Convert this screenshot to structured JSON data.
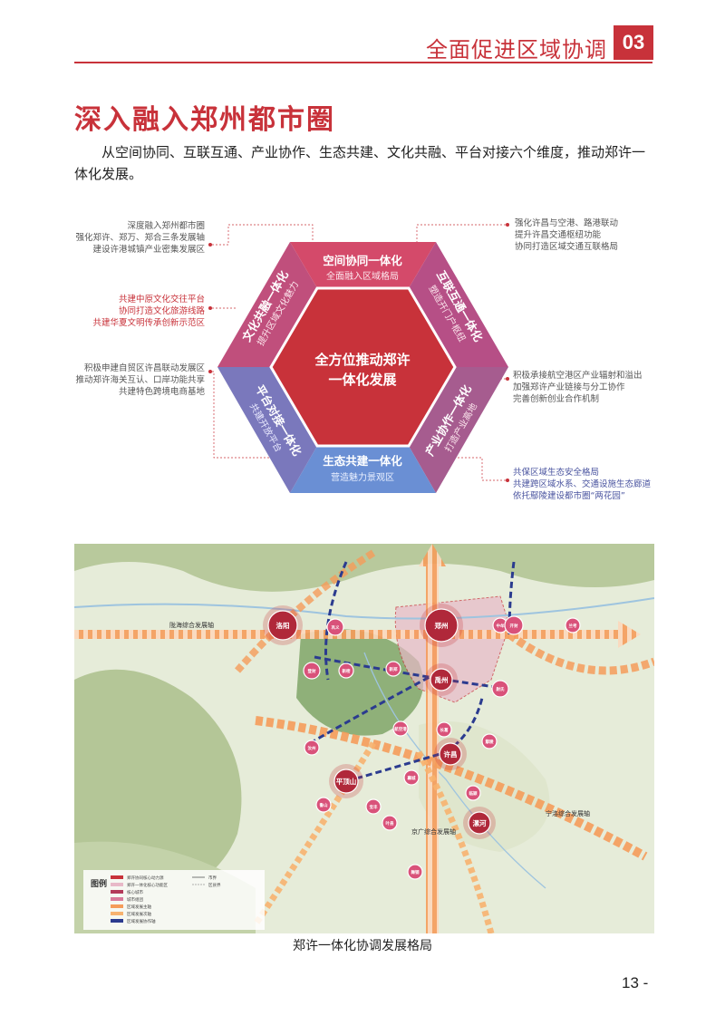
{
  "header": {
    "section_title": "全面促进区域协调",
    "section_number": "03"
  },
  "title": "深入融入郑州都市圈",
  "intro": "从空间协同、互联互通、产业协作、生态共建、文化共融、平台对接六个维度，推动郑许一体化发展。",
  "hexagon": {
    "center": [
      "全方位推动郑许",
      "一体化发展"
    ],
    "segments": [
      {
        "title": "空间协同一体化",
        "subtitle": "全面融入区域格局",
        "color": "#d44a6a"
      },
      {
        "title": "互联互通一体化",
        "subtitle": "塑造开门户枢纽",
        "color": "#b64f86"
      },
      {
        "title": "产业协作一体化",
        "subtitle": "打造产业高地",
        "color": "#a65c8f"
      },
      {
        "title": "生态共建一体化",
        "subtitle": "营造魅力景观区",
        "color": "#6a8fd4"
      },
      {
        "title": "平台对接一体化",
        "subtitle": "共建开放平台",
        "color": "#7a78bc"
      },
      {
        "title": "文化共融一体化",
        "subtitle": "提升区域文化魅力",
        "color": "#c04f7c"
      }
    ],
    "annotations": {
      "top_left": [
        "深度融入郑州都市圈",
        "强化郑许、郑万、郑合三条发展轴",
        "建设许港城镇产业密集发展区"
      ],
      "mid_left": [
        "共建中原文化交往平台",
        "协同打造文化旅游线路",
        "共建华夏文明传承创新示范区"
      ],
      "low_left": [
        "积极申建自贸区许昌联动发展区",
        "推动郑许海关互认、口岸功能共享",
        "共建特色跨境电商基地"
      ],
      "top_right": [
        "强化许昌与空港、路港联动",
        "提升许昌交通枢纽功能",
        "协同打造区域交通互联格局"
      ],
      "mid_right": [
        "积极承接航空港区产业辐射和溢出",
        "加强郑许产业链接与分工协作",
        "完善创新创业合作机制"
      ],
      "low_right": [
        "共保区域生态安全格局",
        "共建跨区域水系、交通设施生态廊道",
        "依托鄢陵建设都市圈“两花园”"
      ]
    }
  },
  "map": {
    "cities": [
      "洛阳",
      "巩义",
      "郑州",
      "中牟",
      "开封",
      "兰考",
      "登封",
      "新密",
      "新郑",
      "禹州",
      "航空港实验区",
      "尉氏",
      "长葛",
      "许昌",
      "鄢陵",
      "平顶山",
      "汝州",
      "襄城",
      "漯河",
      "鲁山",
      "叶县",
      "临颍",
      "舞钢",
      "宝丰"
    ],
    "axis_labels": [
      "陇海综合发展轴",
      "京广综合发展轴",
      "宁洛综合发展轴"
    ],
    "legend_title": "图例",
    "legend_items": [
      "郑许协同核心动力源",
      "郑许一体化核心功能区",
      "核心城市",
      "城市组团",
      "区域发展主轴",
      "区域发展次轴",
      "区域发展协作轴"
    ],
    "legend_items_right": [
      "市界",
      "区县界"
    ]
  },
  "caption": "郑许一体化协调发展格局",
  "page_number": "13 -"
}
